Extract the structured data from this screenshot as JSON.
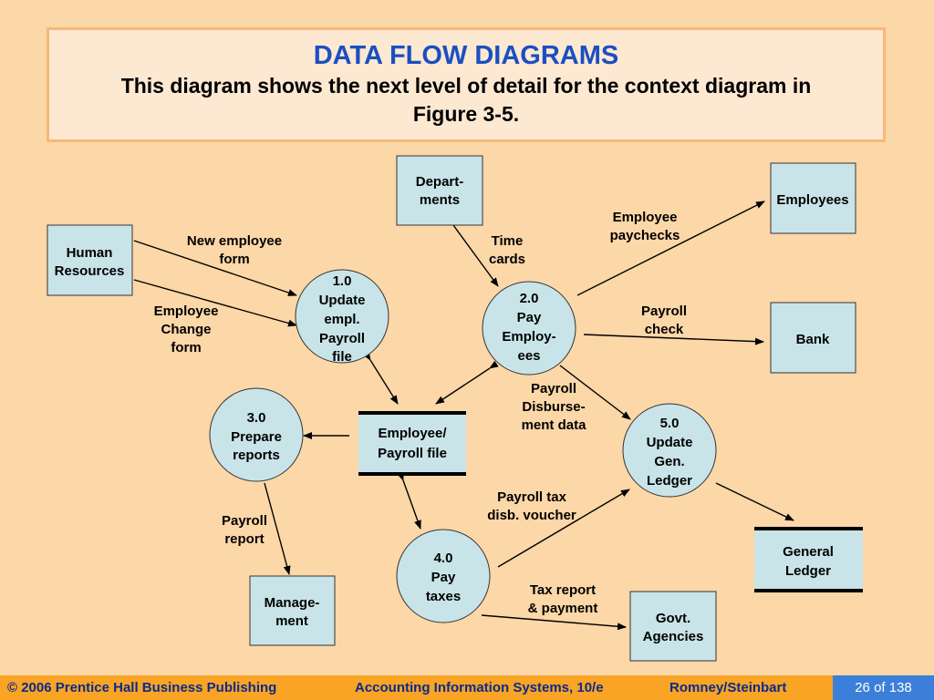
{
  "title": "DATA FLOW DIAGRAMS",
  "subtitle": "This diagram shows the next level of detail for the context diagram in Figure 3-5.",
  "entities": {
    "human_resources": [
      "Human",
      "Resources"
    ],
    "departments": [
      "Depart-",
      "ments"
    ],
    "employees": [
      "Employees"
    ],
    "bank": [
      "Bank"
    ],
    "management": [
      "Manage-",
      "ment"
    ],
    "govt_agencies": [
      "Govt.",
      "Agencies"
    ]
  },
  "processes": {
    "p1": [
      "1.0",
      "Update",
      "empl.",
      "Payroll",
      "file"
    ],
    "p2": [
      "2.0",
      "Pay",
      "Employ-",
      "ees"
    ],
    "p3": [
      "3.0",
      "Prepare",
      "reports"
    ],
    "p4": [
      "4.0",
      "Pay",
      "taxes"
    ],
    "p5": [
      "5.0",
      "Update",
      "Gen.",
      "Ledger"
    ]
  },
  "stores": {
    "employee_payroll_file": [
      "Employee/",
      "Payroll file"
    ],
    "general_ledger": [
      "General",
      "Ledger"
    ]
  },
  "flows": {
    "new_employee_form": [
      "New employee",
      "form"
    ],
    "employee_change_form": [
      "Employee",
      "Change",
      "form"
    ],
    "time_cards": [
      "Time",
      "cards"
    ],
    "employee_paychecks": [
      "Employee",
      "paychecks"
    ],
    "payroll_check": [
      "Payroll",
      "check"
    ],
    "payroll_disbursement_data": [
      "Payroll",
      "Disburse-",
      "ment data"
    ],
    "payroll_tax_disb_voucher": [
      "Payroll tax",
      "disb. voucher"
    ],
    "payroll_report": [
      "Payroll",
      "report"
    ],
    "tax_report_payment": [
      "Tax report",
      "& payment"
    ]
  },
  "footer": {
    "copyright": "© 2006 Prentice Hall Business Publishing",
    "book": "Accounting Information Systems, 10/e",
    "authors": "Romney/Steinbart",
    "page": "26 of 138"
  }
}
